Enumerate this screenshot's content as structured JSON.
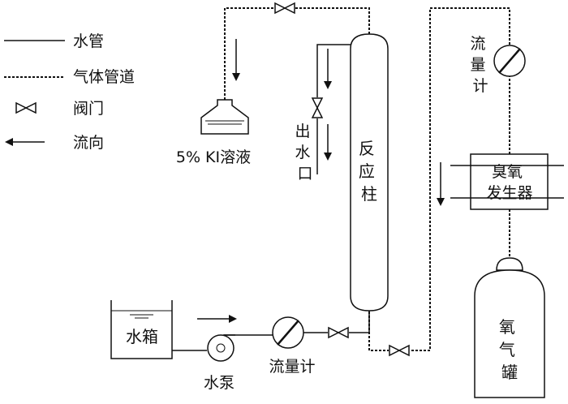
{
  "legend": {
    "water_pipe": "水管",
    "gas_pipe": "气体管道",
    "valve": "阀门",
    "flow_direction": "流向"
  },
  "labels": {
    "ki_solution": "5% KI溶液",
    "outlet": "出水口",
    "reaction_column": "反应柱",
    "flowmeter_top": "流量计",
    "ozone_generator": "臭氧发生器",
    "oxygen_tank": "氧气罐",
    "water_tank": "水箱",
    "water_pump": "水泵",
    "flowmeter_bottom": "流量计"
  }
}
